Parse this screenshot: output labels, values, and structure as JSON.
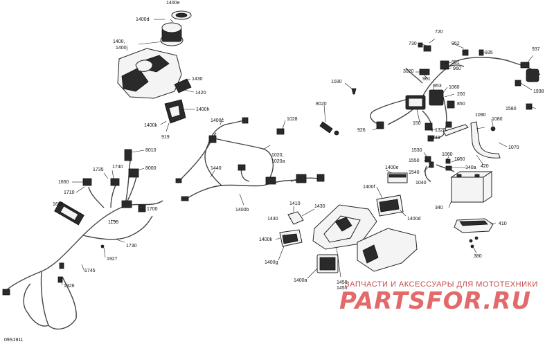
{
  "diagram_code": "09S1911",
  "watermark": {
    "tagline": "ЗАПЧАСТИ И АКСЕССУАРЫ ДЛЯ МОТОТЕХНИКИ",
    "brand": "PARTSFOR.RU",
    "accent_color": "#e05a5a"
  },
  "callouts": [
    {
      "text": "1400e"
    },
    {
      "text": "1400d"
    },
    {
      "text": "1400,"
    },
    {
      "text": "1400j"
    },
    {
      "text": "1430"
    },
    {
      "text": "1420"
    },
    {
      "text": "1400h"
    },
    {
      "text": "1400k"
    },
    {
      "text": "919"
    },
    {
      "text": "1400c"
    },
    {
      "text": "1028"
    },
    {
      "text": "8020"
    },
    {
      "text": "1030"
    },
    {
      "text": "1020,"
    },
    {
      "text": "1020a"
    },
    {
      "text": "1440"
    },
    {
      "text": "1400b"
    },
    {
      "text": "8010"
    },
    {
      "text": "8000"
    },
    {
      "text": "1735"
    },
    {
      "text": "1740"
    },
    {
      "text": "1650"
    },
    {
      "text": "1710"
    },
    {
      "text": "1600"
    },
    {
      "text": "1700"
    },
    {
      "text": "1190"
    },
    {
      "text": "1730"
    },
    {
      "text": "1927"
    },
    {
      "text": "1745"
    },
    {
      "text": "1926"
    },
    {
      "text": "720"
    },
    {
      "text": "730"
    },
    {
      "text": "952"
    },
    {
      "text": "935"
    },
    {
      "text": "937"
    },
    {
      "text": "951"
    },
    {
      "text": "960"
    },
    {
      "text": "3020"
    },
    {
      "text": "961"
    },
    {
      "text": "953"
    },
    {
      "text": "1938"
    },
    {
      "text": "1060"
    },
    {
      "text": "200"
    },
    {
      "text": "850"
    },
    {
      "text": "1580"
    },
    {
      "text": "150"
    },
    {
      "text": "926"
    },
    {
      "text": "1320"
    },
    {
      "text": "1340"
    },
    {
      "text": "1090"
    },
    {
      "text": "1080"
    },
    {
      "text": "1070"
    },
    {
      "text": "420"
    },
    {
      "text": "1530"
    },
    {
      "text": "1550"
    },
    {
      "text": "1540"
    },
    {
      "text": "1060"
    },
    {
      "text": "1050"
    },
    {
      "text": "1040"
    },
    {
      "text": "340a"
    },
    {
      "text": "340"
    },
    {
      "text": "410"
    },
    {
      "text": "380"
    },
    {
      "text": "1400e"
    },
    {
      "text": "1400f"
    },
    {
      "text": "1410"
    },
    {
      "text": "1430"
    },
    {
      "text": "1430"
    },
    {
      "text": "1400d"
    },
    {
      "text": "1400k"
    },
    {
      "text": "1400g"
    },
    {
      "text": "1400a"
    },
    {
      "text": "1450"
    },
    {
      "text": "1455"
    }
  ]
}
